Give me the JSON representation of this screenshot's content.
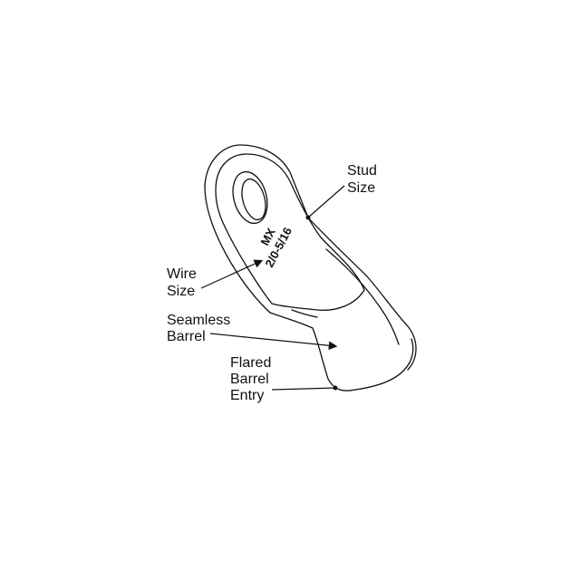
{
  "labels": {
    "stud_size": [
      "Stud",
      "Size"
    ],
    "wire_size": [
      "Wire",
      "Size"
    ],
    "seamless_barrel": [
      "Seamless",
      "Barrel"
    ],
    "flared_barrel_entry": [
      "Flared",
      "Barrel",
      "Entry"
    ]
  },
  "stamp": {
    "brand": "MX",
    "rating": "2/0-5/16"
  },
  "colors": {
    "line": "#111111",
    "background": "#ffffff"
  }
}
